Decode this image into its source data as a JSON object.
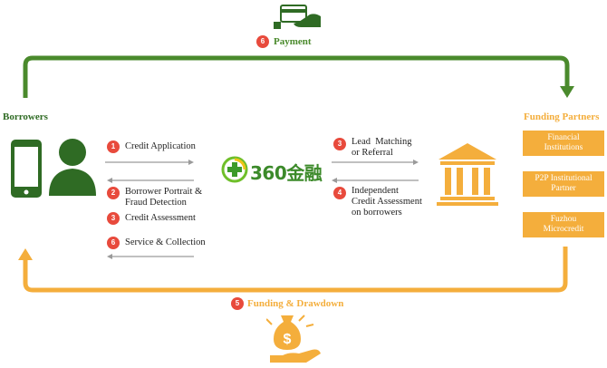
{
  "colors": {
    "green": "#4a8a2c",
    "dark_green": "#2f6b24",
    "orange": "#f4ae3c",
    "red_badge": "#e84a3c",
    "arrow_gray": "#9a9a9a"
  },
  "top_flow": {
    "badge": "6",
    "label": "Payment",
    "icon": "hand-card-icon"
  },
  "bottom_flow": {
    "badge": "5",
    "label": "Funding & Drawdown",
    "icon": "hand-money-bag-icon"
  },
  "borrowers": {
    "title": "Borrowers",
    "icons": [
      "smartphone-icon",
      "person-icon"
    ]
  },
  "center_logo": {
    "text": "360金融",
    "icon": "plus-circle-logo-icon"
  },
  "left_steps": [
    {
      "badge": "1",
      "lines": [
        "Credit Application"
      ]
    },
    {
      "badge": "2",
      "lines": [
        "Borrower Portrait &",
        "Fraud Detection"
      ]
    },
    {
      "badge": "3",
      "lines": [
        "Credit Assessment"
      ]
    },
    {
      "badge": "6",
      "lines": [
        "Service & Collection"
      ]
    }
  ],
  "right_steps": [
    {
      "badge": "3",
      "lines": [
        "Lead  Matching",
        "or Referral"
      ]
    },
    {
      "badge": "4",
      "lines": [
        "Independent",
        "Credit Assessment",
        "on borrowers"
      ]
    }
  ],
  "funding_partners": {
    "title": "Funding Partners",
    "icon": "bank-building-icon",
    "items": [
      {
        "lines": [
          "Financial",
          "Institutions"
        ]
      },
      {
        "lines": [
          "P2P Institutional",
          "Partner"
        ]
      },
      {
        "lines": [
          "Fuzhou",
          "Microcredit"
        ]
      }
    ]
  }
}
